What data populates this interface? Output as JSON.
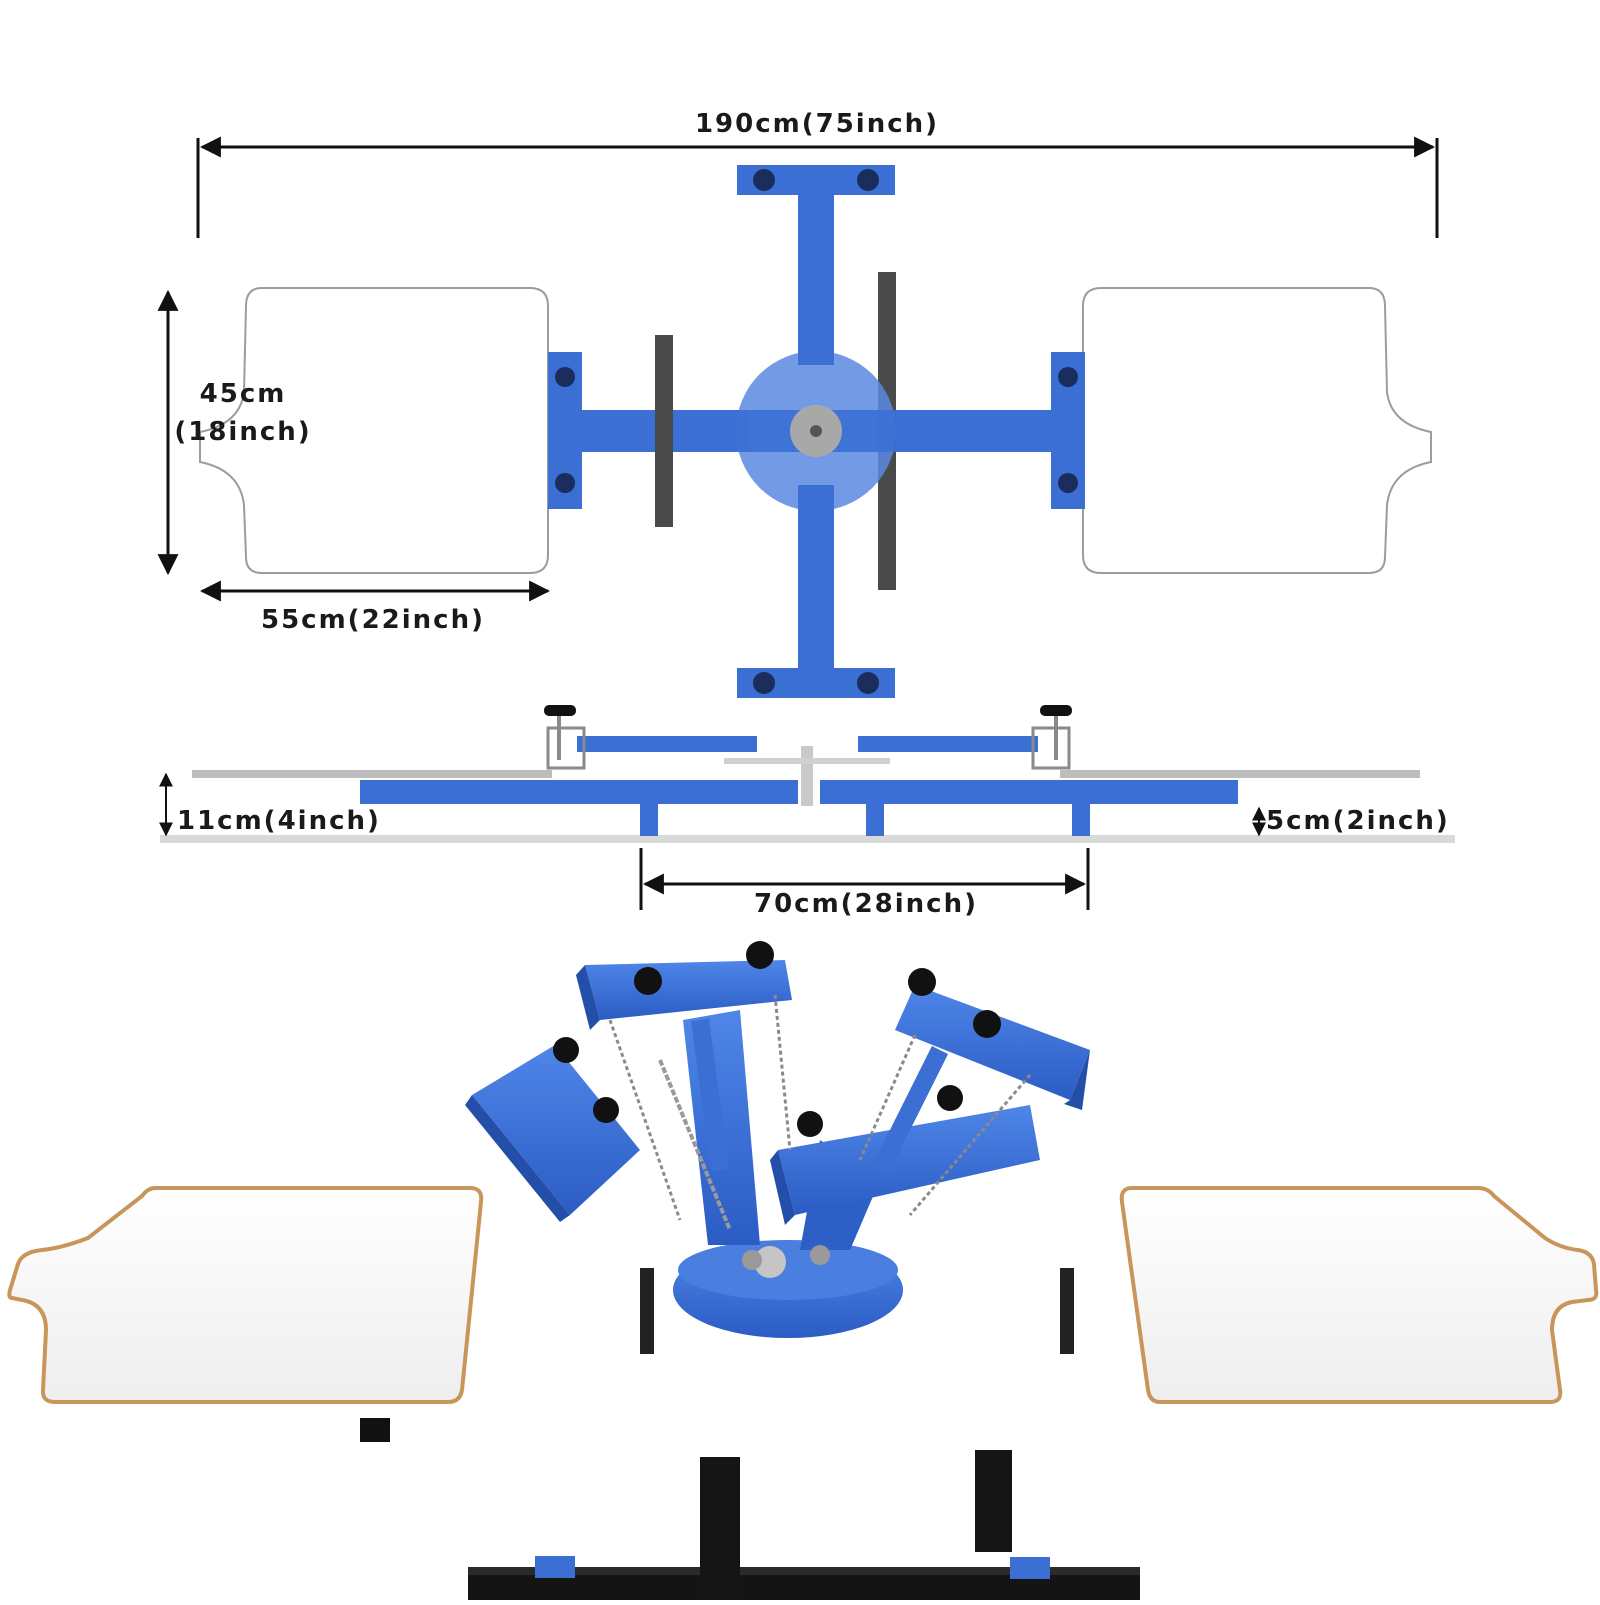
{
  "dimensions": {
    "total_width": "190cm(75inch)",
    "platen_height_cm": "45cm",
    "platen_height_in": "(18inch)",
    "platen_width": "55cm(22inch)",
    "total_height": "11cm(4inch)",
    "base_height": "5cm(2inch)",
    "leg_span": "70cm(28inch)"
  },
  "colors": {
    "frame_blue": "#3b6fd4",
    "dark_blue": "#1f4fb0",
    "black": "#111111",
    "board_edge": "#c8955a",
    "board_white": "#ffffff",
    "grey": "#9a9a9a"
  }
}
